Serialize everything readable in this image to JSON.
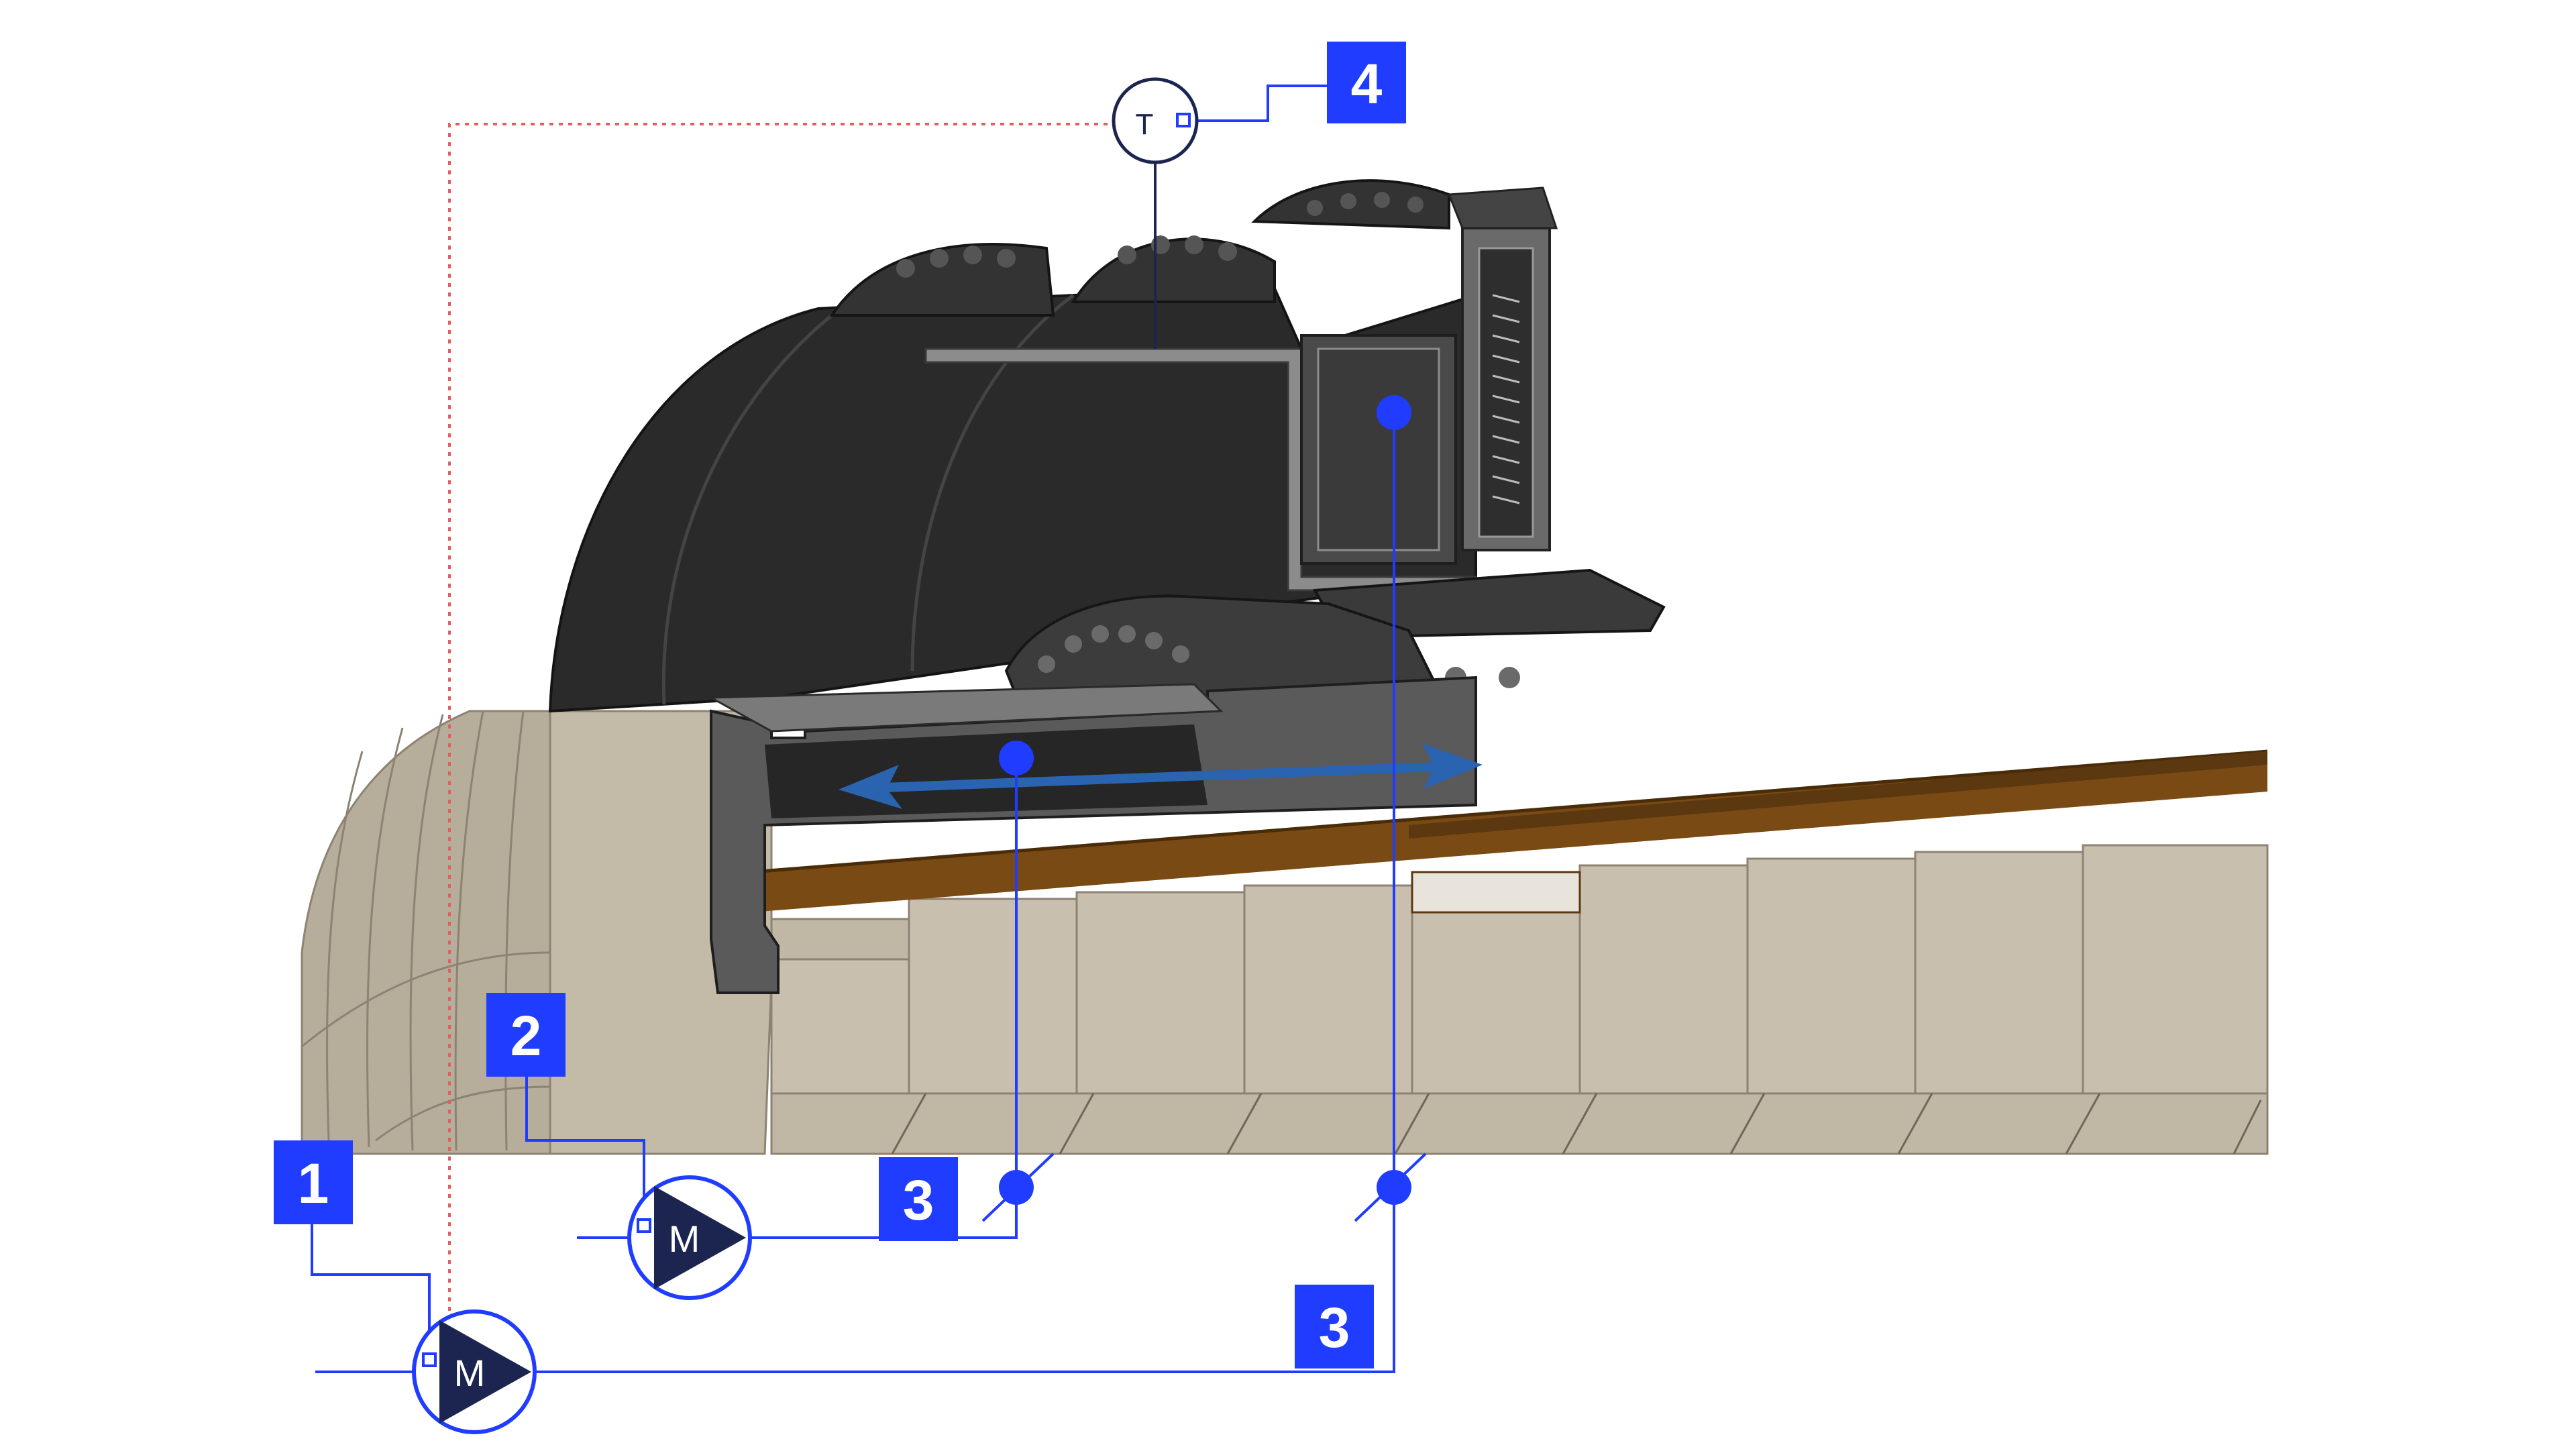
{
  "colors": {
    "background": "#ffffff",
    "badge": "#1f3cff",
    "badge_text": "#ffffff",
    "line": "#1f3cff",
    "symbol": "#1b2550",
    "dashed_line": "#e06060",
    "arrow": "#2a64b0",
    "refractory": "#bdb3a2",
    "refractory_dark": "#a89e8c",
    "tire": "#2a2a2a",
    "shell_band": "#7a4a14"
  },
  "icons": {
    "motor": "motor-pump-icon",
    "temperature": "temperature-sensor-icon",
    "measurement_point": "measurement-point-icon"
  },
  "badges": {
    "b1": "1",
    "b2": "2",
    "b3a": "3",
    "b3b": "3",
    "b4": "4"
  },
  "symbols": {
    "temperature_letter": "T",
    "motor_left_letter": "M",
    "motor_right_letter": "M"
  }
}
